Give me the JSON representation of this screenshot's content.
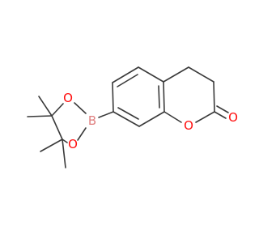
{
  "molecule": {
    "atoms": [
      {
        "label": "B",
        "color": "#e08080"
      },
      {
        "label": "O",
        "color": "#ff0d0d"
      },
      {
        "label": "O",
        "color": "#ff0d0d"
      },
      {
        "label": "O",
        "color": "#ff0d0d"
      },
      {
        "label": "O",
        "color": "#ff0d0d"
      }
    ],
    "bond_color": "#3a3a3a",
    "background": "#ffffff"
  }
}
